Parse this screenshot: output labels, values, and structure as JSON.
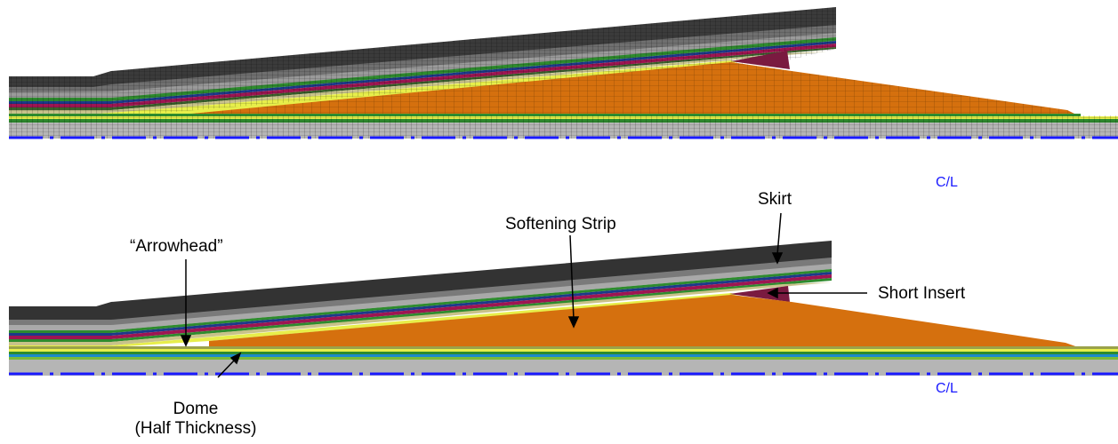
{
  "panels": [
    {
      "id": "mesh",
      "view": "finite element mesh",
      "centerline_label": "C/L"
    },
    {
      "id": "materials",
      "view": "material regions",
      "centerline_label": "C/L"
    }
  ],
  "annotations": {
    "arrowhead": "“Arrowhead”",
    "softening_strip": "Softening Strip",
    "skirt": "Skirt",
    "short_insert": "Short Insert",
    "dome_line1": "Dome",
    "dome_line2": "(Half Thickness)"
  },
  "colors": {
    "outer_dark": "#333333",
    "outer_mid": "#7a7a7a",
    "outer_light": "#a9a9a9",
    "green": "#2e8b2e",
    "blue": "#1c3a8a",
    "magenta": "#9e1552",
    "tan": "#c8c28a",
    "yellow": "#e7ee4a",
    "insert": "#7a1a40",
    "softening_strip": "#d5700e",
    "dome_gray": "#b5b5b5",
    "centerline": "#1a1aff"
  }
}
